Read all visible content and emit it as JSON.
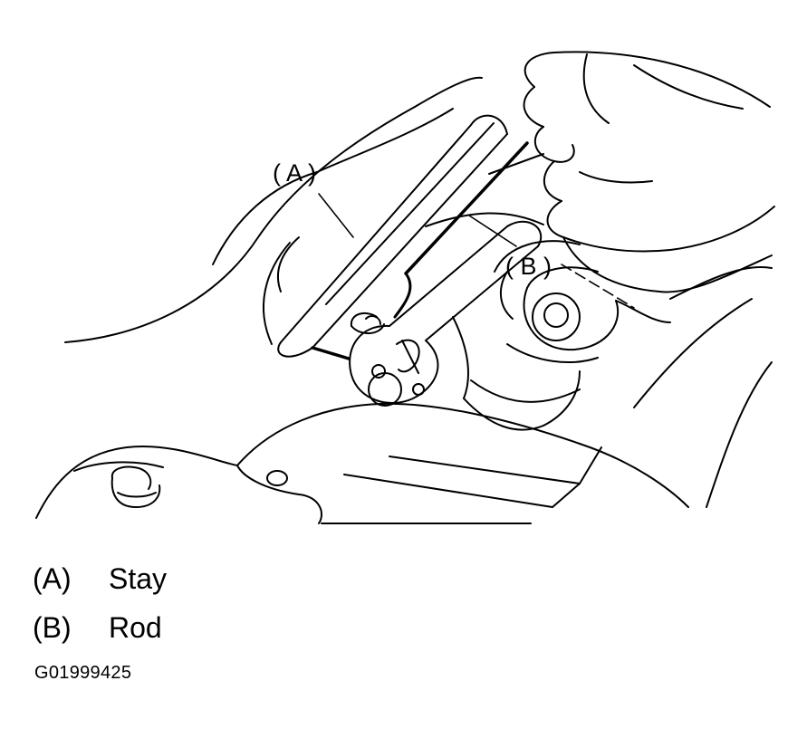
{
  "diagram": {
    "callouts": {
      "a": "( A )",
      "b": "( B )"
    },
    "legend": [
      {
        "key": "(A)",
        "label": "Stay"
      },
      {
        "key": "(B)",
        "label": "Rod"
      }
    ],
    "figure_id": "G01999425"
  },
  "colors": {
    "ink": "#000000",
    "paper": "#ffffff"
  }
}
